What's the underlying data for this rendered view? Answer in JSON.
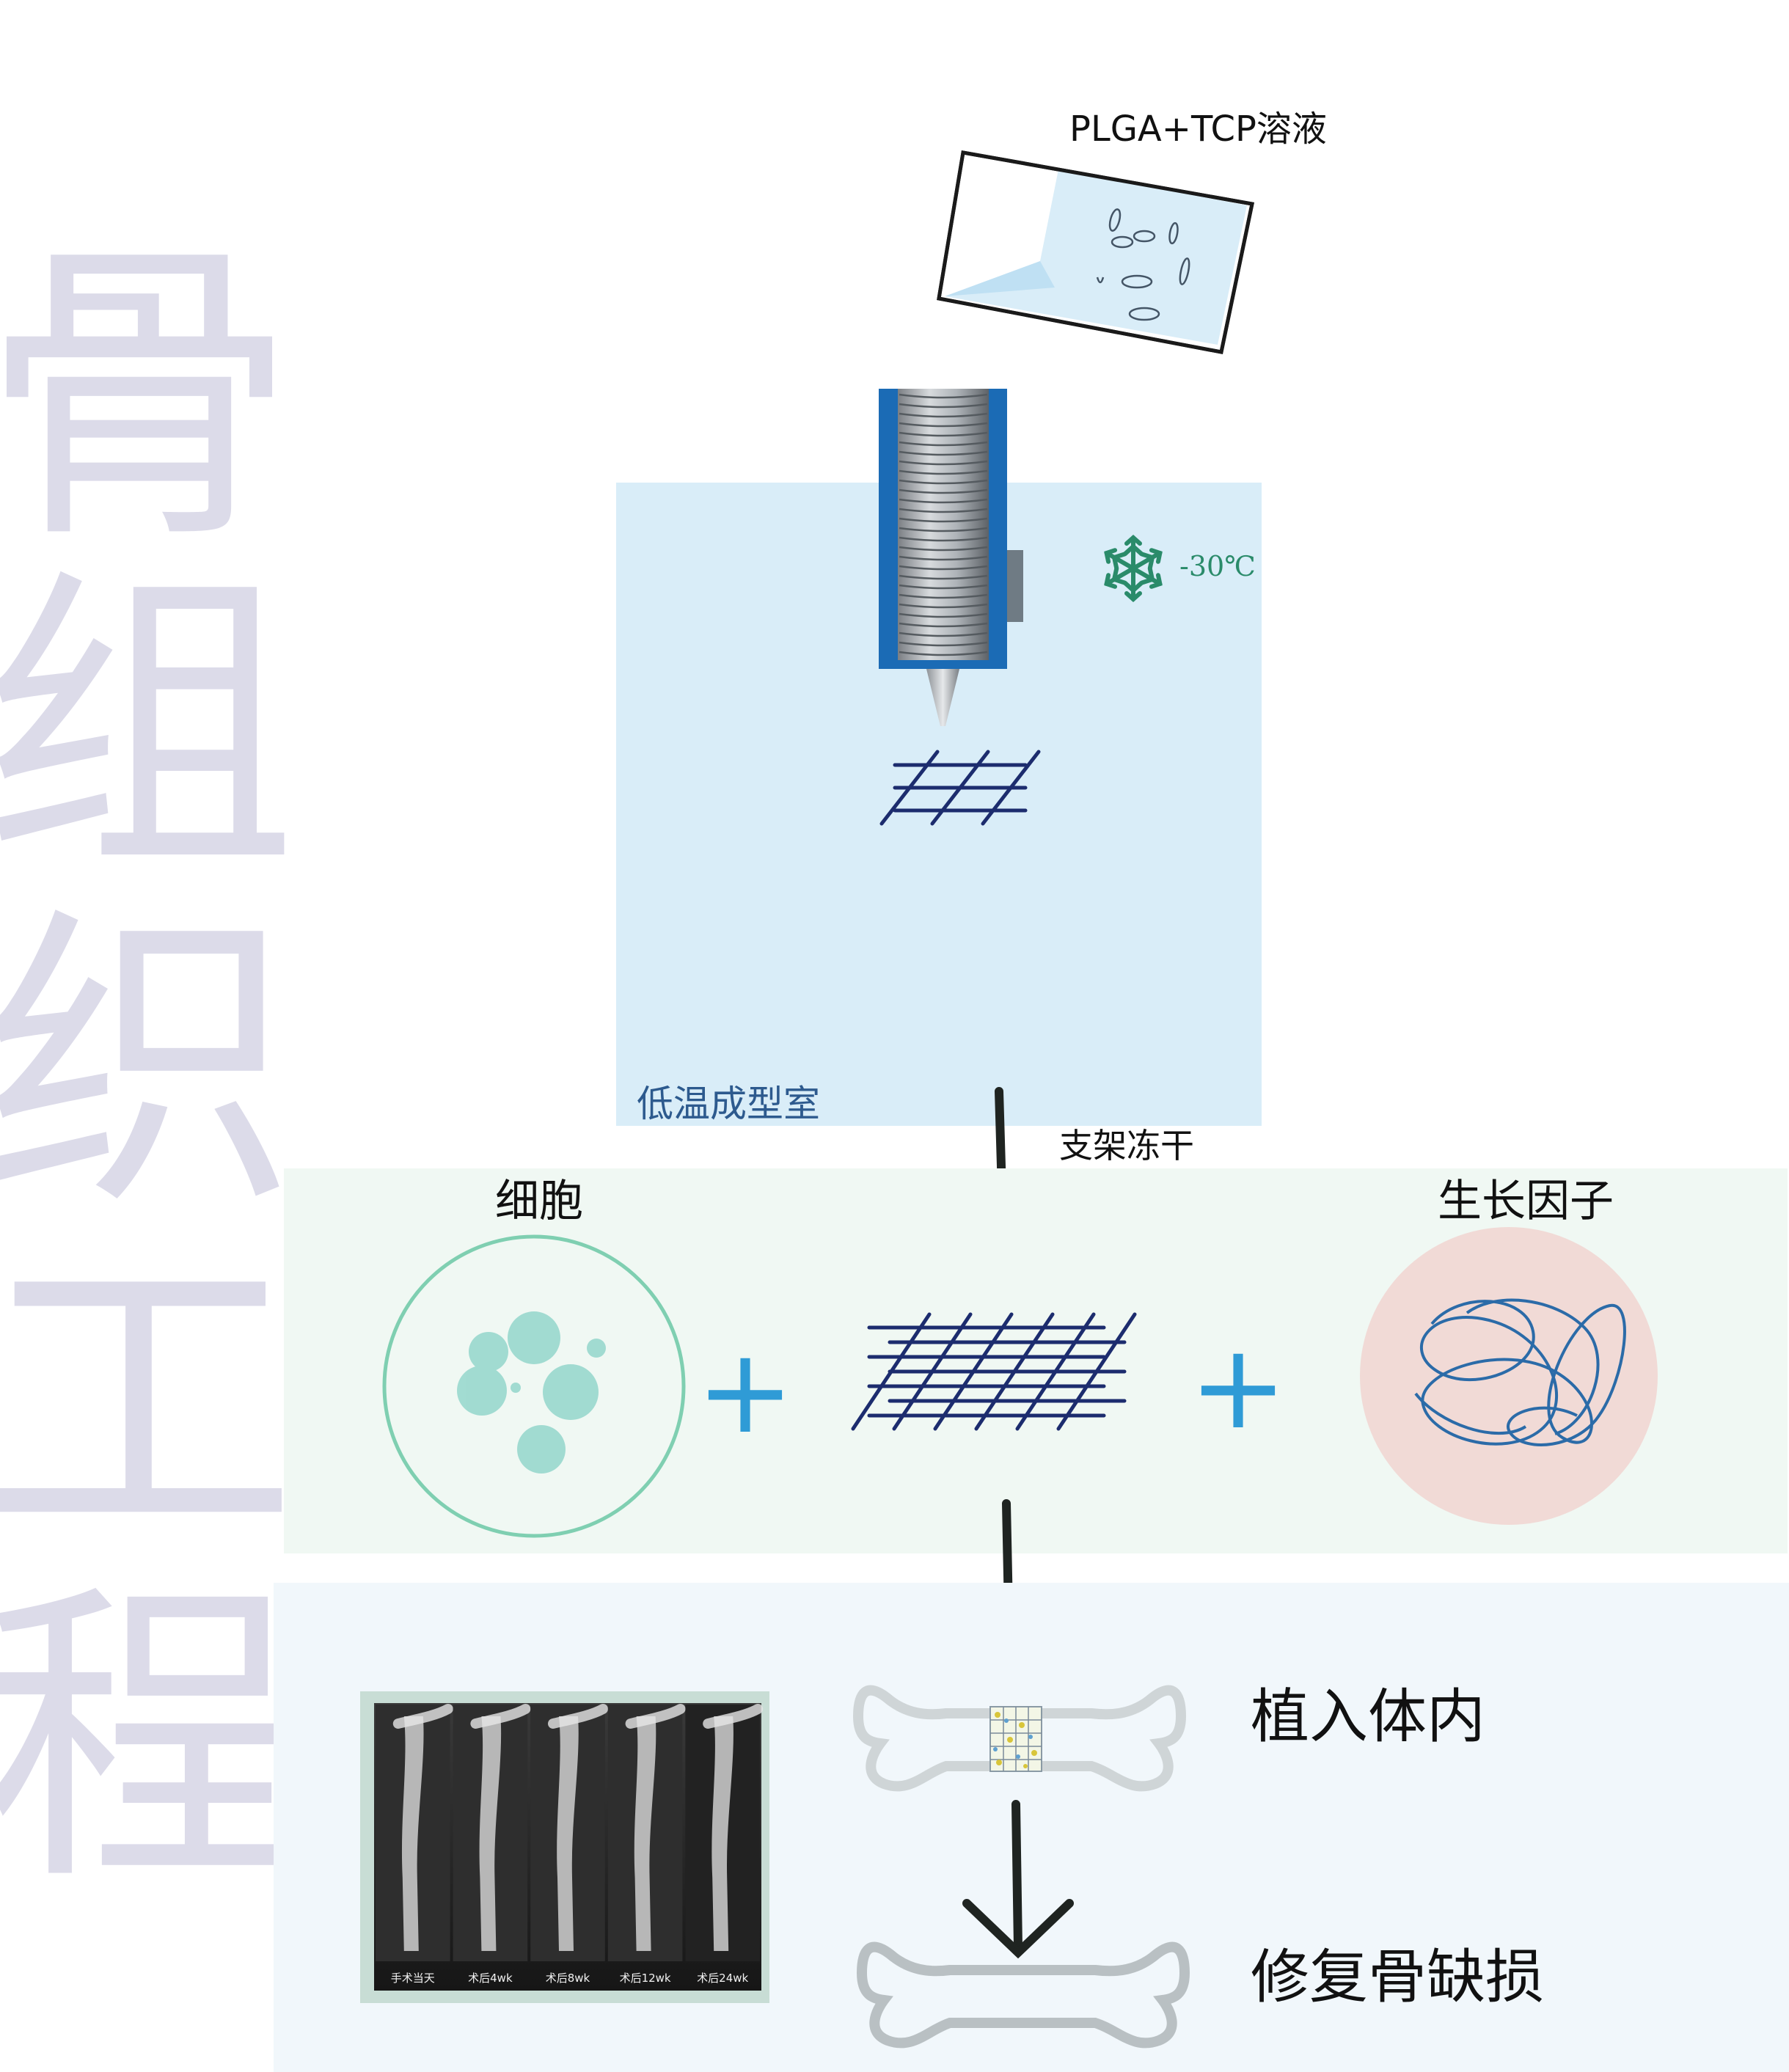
{
  "side_title": [
    "骨",
    "组",
    "织",
    "工",
    "程"
  ],
  "solution_label": "PLGA+TCP溶液",
  "temperature": "-30℃",
  "chamber_label": "低温成型室",
  "freeze_dry_label": "支架冻干",
  "cells_label": "细胞",
  "growth_factor_label": "生长因子",
  "plus_sign": "+",
  "implant_label": "植入体内",
  "repair_label": "修复骨缺损",
  "xray_captions": [
    "手术当天",
    "术后4wk",
    "术后8wk",
    "术后12wk",
    "术后24wk"
  ],
  "colors": {
    "side_title": "#dcdbe9",
    "chamber": "#d9edf8",
    "chamber_text": "#2d5a8e",
    "nozzle_blue": "#1b6bb5",
    "snow_green": "#2a8b6a",
    "scaffold_navy": "#1c2c6e",
    "arrow": "#1f2421",
    "band_green": "#f0f8f3",
    "band_blue": "#f1f7fb",
    "cell_ring": "#7fcfb1",
    "cell_blob": "#9bd9cf",
    "plus": "#2f9bd6",
    "factor_disc": "#f1dad6",
    "factor_strand": "#2b6ba8",
    "bone_outline": "#cfd5d7",
    "frame_mint": "#c8ddd5"
  }
}
